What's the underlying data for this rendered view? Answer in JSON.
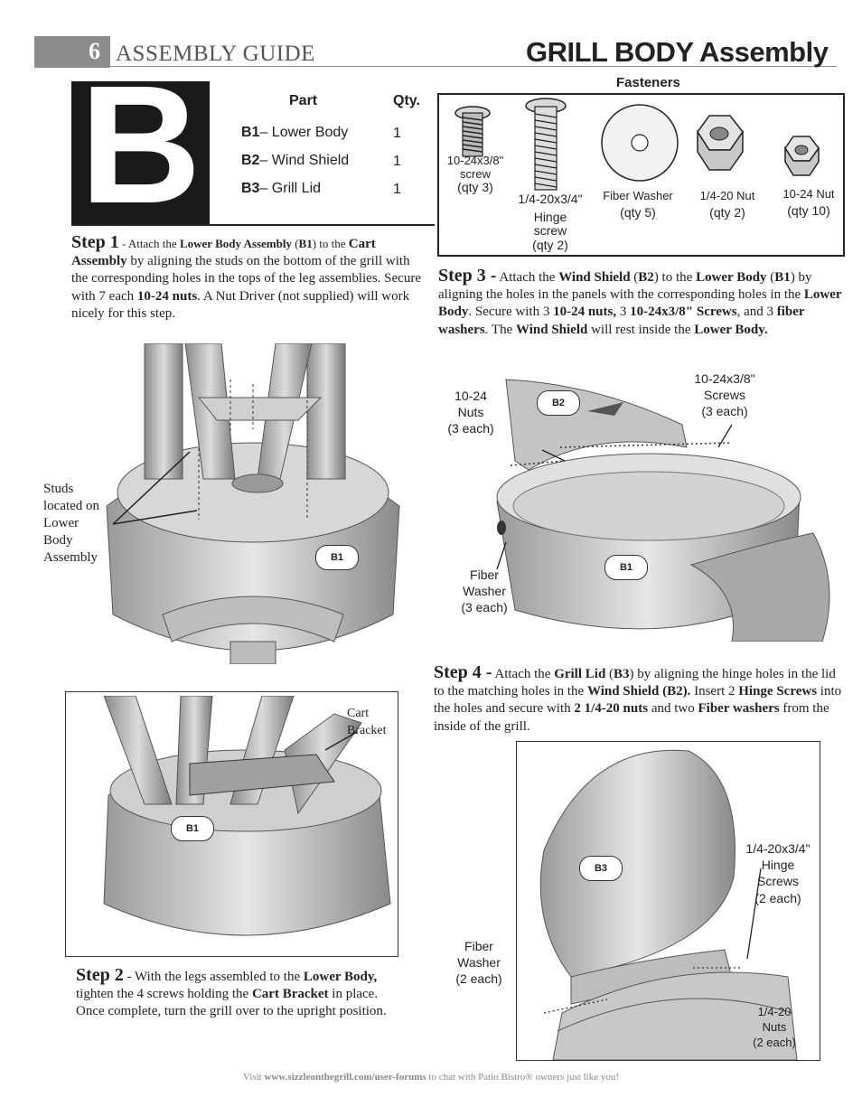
{
  "header": {
    "page_number": "6",
    "guide_label": "ASSEMBLY GUIDE",
    "title": "GRILL BODY Assembly"
  },
  "section_letter": "B",
  "parts_table": {
    "col_part": "Part",
    "col_qty": "Qty.",
    "rows": [
      {
        "id": "B1",
        "name": "– Lower Body",
        "qty": "1"
      },
      {
        "id": "B2",
        "name": "– Wind Shield",
        "qty": "1"
      },
      {
        "id": "B3",
        "name": "– Grill Lid",
        "qty": "1"
      }
    ]
  },
  "fasteners": {
    "title": "Fasteners",
    "items": [
      {
        "label": "10-24x3/8\"",
        "label2": "screw",
        "qty": "(qty 3)",
        "icon": "short-screw-icon"
      },
      {
        "label": "1/4-20x3/4\"",
        "label2": "Hinge",
        "label3": "screw",
        "qty": "(qty 2)",
        "icon": "hinge-screw-icon"
      },
      {
        "label": "Fiber Washer",
        "qty": "(qty 5)",
        "icon": "washer-icon"
      },
      {
        "label": "1/4-20  Nut",
        "qty": "(qty 2)",
        "icon": "large-nut-icon"
      },
      {
        "label": "10-24  Nut",
        "qty": "(qty 10)",
        "icon": "small-nut-icon"
      }
    ]
  },
  "steps": {
    "step1": {
      "heading": "Step 1",
      "t1": " - Attach the ",
      "b1": "Lower Body Assembly",
      "t2": " (",
      "b2": "B1",
      "t3": ") to the ",
      "b3": "Cart Assembly",
      "t4": " by aligning the studs on the bottom of the grill with the corresponding holes in the tops of the leg assemblies. Secure with 7 each ",
      "b4": "10-24  nuts",
      "t5": ". A Nut Driver (not supplied) will work nicely for this step."
    },
    "step2": {
      "heading": "Step 2",
      "t1": " - With the legs assembled to the ",
      "b1": "Lower Body,",
      "t2": "  tighten the 4 screws holding the ",
      "b2": "Cart Bracket",
      "t3": " in place. Once complete, turn the grill over to the upright position."
    },
    "step3": {
      "heading": "Step 3 -",
      "t1": " Attach the ",
      "b1": "Wind Shield",
      "t2": " (",
      "b2": "B2",
      "t3": ") to the ",
      "b3": "Lower Body",
      "t4": " (",
      "b4": "B1",
      "t5": ") by aligning the holes in the panels with the corresponding holes in the ",
      "b5": "Lower Body",
      "t6": ". Secure with 3 ",
      "b6": "10-24 nuts,",
      "t7": " 3 ",
      "b7": "10-24x3/8\" Screws",
      "t8": ", and 3 ",
      "b8": "fiber washers",
      "t9": ". The ",
      "b9": "Wind Shield",
      "t10": " will rest inside the ",
      "b10": "Lower Body."
    },
    "step4": {
      "heading": "Step 4 -",
      "t1": " Attach the ",
      "b1": "Grill Lid",
      "t2": " (",
      "b2": "B3",
      "t3": ") by aligning the hinge holes in the lid to the matching holes in the ",
      "b3": "Wind Shield (B2).",
      "t4": " Insert 2 ",
      "b4": "Hinge Screws",
      "t5": " into the holes and secure with ",
      "b5": "2 1/4-20 nuts",
      "t6": " and two ",
      "b6": "Fiber washers",
      "t7": " from the inside of the grill."
    }
  },
  "figures": {
    "fig1": {
      "callout": [
        "Studs",
        "located on",
        "Lower",
        "Body",
        "Assembly"
      ],
      "tag": "B1"
    },
    "fig2": {
      "callout": [
        "Cart",
        "Bracket"
      ],
      "tag": "B1"
    },
    "fig3": {
      "nuts": [
        "10-24",
        "Nuts",
        "(3 each)"
      ],
      "screws": [
        "10-24x3/8\"",
        "Screws",
        "(3 each)"
      ],
      "washer": [
        "Fiber",
        "Washer",
        "(3 each)"
      ],
      "tag_b2": "B2",
      "tag_b1": "B1"
    },
    "fig4": {
      "hinge": [
        "1/4-20x3/4\"",
        "Hinge",
        "Screws",
        "(2 each)"
      ],
      "washer": [
        "Fiber",
        "Washer",
        "(2 each)"
      ],
      "nuts": [
        "1/4-20",
        "Nuts",
        "(2 each)"
      ],
      "tag": "B3"
    }
  },
  "footer": {
    "t1": "Visit ",
    "url": "www.sizzleonthegrill.com/user-forums",
    "t2": " to chat with Patio Bistro® owners just like you!"
  }
}
